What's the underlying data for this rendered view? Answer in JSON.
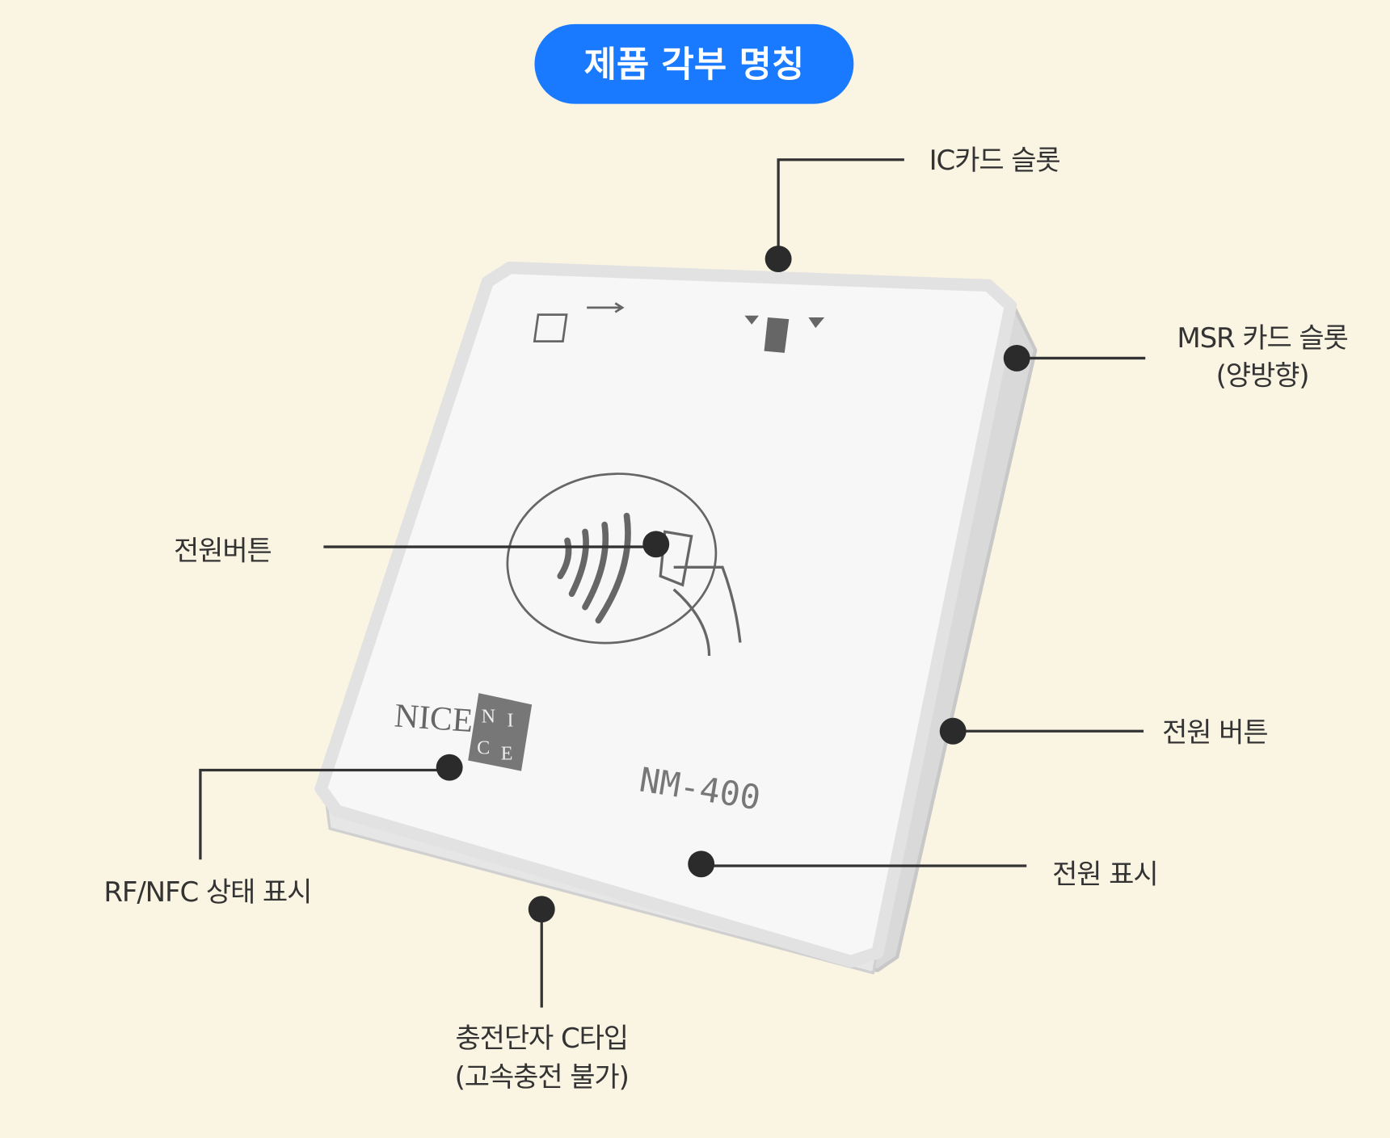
{
  "title": "제품 각부 명칭",
  "colors": {
    "background": "#faf4e2",
    "accent": "#1a7aff",
    "text": "#333333"
  },
  "device": {
    "brand": "NICE",
    "logo_letters": [
      "N",
      "I",
      "C",
      "E"
    ],
    "model": "NM-400"
  },
  "labels": {
    "ic_slot": "IC카드 슬롯",
    "msr_slot_line1": "MSR 카드 슬롯",
    "msr_slot_line2": "(양방향)",
    "power_button_left": "전원버튼",
    "power_button_right": "전원 버튼",
    "power_indicator": "전원 표시",
    "rf_nfc_status": "RF/NFC 상태 표시",
    "charging_line1": "충전단자 C타입",
    "charging_line2": "(고속충전 불가)"
  }
}
